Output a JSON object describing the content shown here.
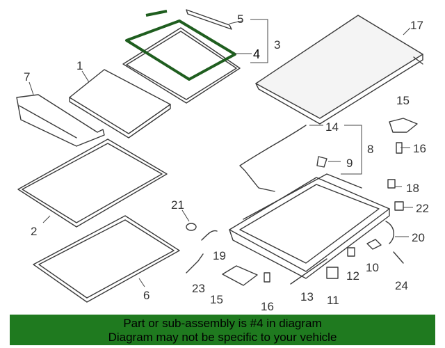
{
  "callouts": {
    "c1": "1",
    "c2": "2",
    "c3": "3",
    "c4": "4",
    "c5": "5",
    "c6": "6",
    "c7": "7",
    "c8": "8",
    "c9": "9",
    "c10": "10",
    "c11": "11",
    "c12": "12",
    "c13": "13",
    "c14": "14",
    "c15a": "15",
    "c15b": "15",
    "c16a": "16",
    "c16b": "16",
    "c17": "17",
    "c18": "18",
    "c19": "19",
    "c20": "20",
    "c21": "21",
    "c22": "22",
    "c23": "23",
    "c24": "24"
  },
  "banner": {
    "line1": "Part or sub-assembly is #4 in diagram",
    "line2": "Diagram may not be specific to your vehicle"
  },
  "colors": {
    "highlight": "#1f5e1f",
    "banner_bg": "#1f7a1f"
  }
}
